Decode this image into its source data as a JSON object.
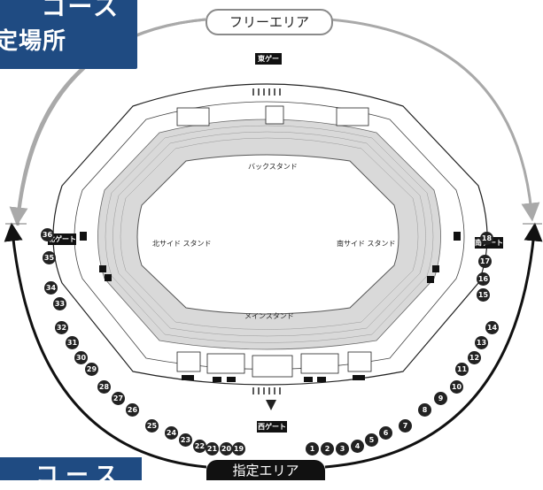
{
  "corner_banners": {
    "top": {
      "line1": "コース",
      "line2": "定場所"
    },
    "bottom": {
      "text": "コース"
    }
  },
  "areas": {
    "free": "フリーエリア",
    "reserved": "指定エリア"
  },
  "gates": {
    "east": "東ゲート",
    "west": "西ゲート",
    "north": "北ゲート",
    "south": "南ゲート"
  },
  "stands": {
    "back": "バックスタンド",
    "main": "メインスタンド",
    "north": "北サイド スタンド",
    "south": "南サイド スタンド"
  },
  "numbers": [
    "1",
    "2",
    "3",
    "4",
    "5",
    "6",
    "7",
    "8",
    "9",
    "10",
    "11",
    "12",
    "13",
    "14",
    "15",
    "16",
    "17",
    "18",
    "19",
    "20",
    "21",
    "22",
    "23",
    "24",
    "25",
    "26",
    "27",
    "28",
    "29",
    "30",
    "31",
    "32",
    "33",
    "34",
    "35",
    "36"
  ],
  "colors": {
    "banner": "#1f4b82",
    "arrow": "#a9a9a9",
    "dark": "#111111"
  }
}
